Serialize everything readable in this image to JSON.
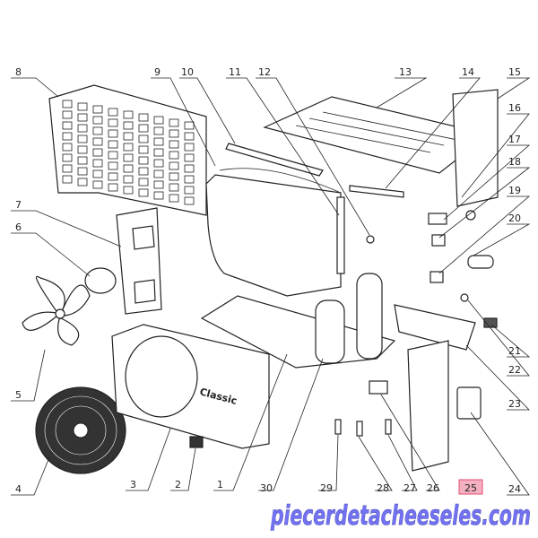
{
  "diagram": {
    "callouts": [
      "1",
      "2",
      "3",
      "4",
      "5",
      "6",
      "7",
      "8",
      "9",
      "10",
      "11",
      "12",
      "13",
      "14",
      "15",
      "16",
      "17",
      "18",
      "19",
      "20",
      "21",
      "22",
      "23",
      "24",
      "25",
      "26",
      "27",
      "28",
      "29",
      "30"
    ],
    "product_badge": "Classic",
    "highlighted_callout": "25",
    "highlight_color": "#e05070",
    "watermark": "piecerdetacheeseles.com",
    "watermark_color": "#5a5af0"
  }
}
